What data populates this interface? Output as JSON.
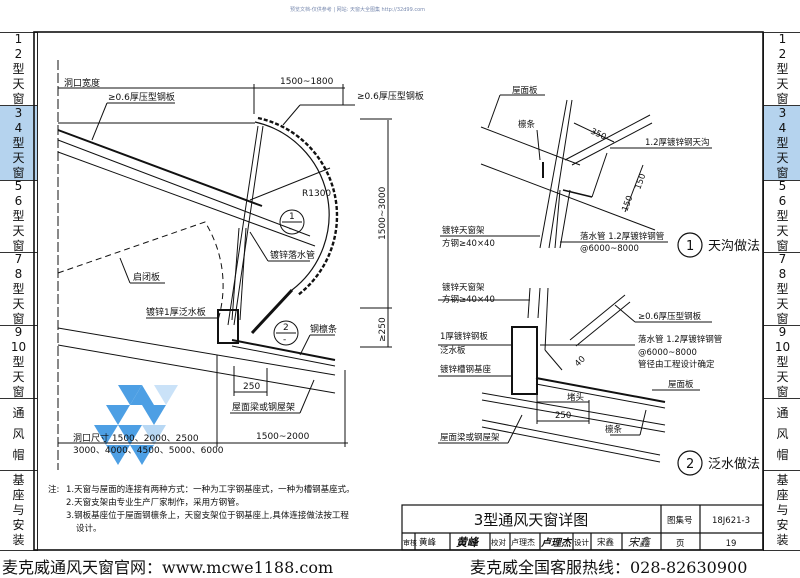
{
  "watermark_top": "预览文档-仅供参考 | 网站: 天窗大全图集 http://32d99.com",
  "sidebar": {
    "tabs": [
      {
        "lines": [
          "1",
          "2",
          "型",
          "天",
          "窗"
        ],
        "active": false
      },
      {
        "lines": [
          "3",
          "4",
          "型",
          "天",
          "窗"
        ],
        "active": true
      },
      {
        "lines": [
          "5",
          "6",
          "型",
          "天",
          "窗"
        ],
        "active": false
      },
      {
        "lines": [
          "7",
          "8",
          "型",
          "天",
          "窗"
        ],
        "active": false
      },
      {
        "lines": [
          "9",
          "10",
          "型",
          "天",
          "窗"
        ],
        "active": false
      },
      {
        "lines": [
          "通",
          "风",
          "帽"
        ],
        "active": false
      },
      {
        "lines": [
          "基",
          "座",
          "与",
          "安",
          "装"
        ],
        "active": false
      }
    ],
    "active_color": "#b5d3ee"
  },
  "main_drawing": {
    "opening_width": "洞口宽度",
    "steel_plate_left": "≥0.6厚压型钢板",
    "steel_plate_top": "≥0.6厚压型钢板",
    "dim_top": "1500~1800",
    "radius": "R1300",
    "dim_height": "1500~3000",
    "dim_250_vertical": "≥250",
    "downpipe": "镀锌落水管",
    "hatch": "启闭板",
    "flashing": "镀锌1厚泛水板",
    "purlin": "钢檩条",
    "dim_250": "250",
    "roof_beam": "屋面梁或钢屋架",
    "dim_bottom": "1500~2000",
    "opening_sizes_1": "洞口尺寸 1500、2000、2500",
    "opening_sizes_2": "3000、4000、4500、5000、6000",
    "callout_1": "1",
    "callout_2": "2",
    "callout_sub": "-"
  },
  "detail_1": {
    "roof_panel": "屋面板",
    "purlin": "檩条",
    "dim_350": "350",
    "gutter": "1.2厚镀锌钢天沟",
    "dim_150a": "150",
    "dim_150b": "150",
    "frame": "镀锌天窗架",
    "frame_spec": "方钢≥40×40",
    "downpipe": "落水管  1.2厚镀锌钢管",
    "downpipe_spacing": "@6000~8000",
    "number": "1",
    "title": "天沟做法"
  },
  "detail_2": {
    "frame": "镀锌天窗架",
    "frame_spec": "方钢≥40×40",
    "steel_plate": "≥0.6厚压型钢板",
    "plate_1mm": "1厚镀锌钢板",
    "flashing": "泛水板",
    "downpipe": "落水管  1.2厚镀锌钢管",
    "downpipe_spacing": "@6000~8000",
    "downpipe_note": "管径由工程设计确定",
    "channel_base": "镀锌槽钢基座",
    "dim_40": "40",
    "roof_panel": "屋面板",
    "plug": "堵头",
    "dim_250": "250",
    "purlin": "檩条",
    "roof_beam": "屋面梁或钢屋架",
    "number": "2",
    "title": "泛水做法"
  },
  "notes": {
    "label": "注:",
    "items": [
      "1.天窗与屋面的连接有两种方式：一种为工字钢基座式，一种为槽钢基座式。",
      "2.天窗支架由专业生产厂家制作，采用方钢管。",
      "3.钢板基座位于屋面钢檩条上，天窗支架位于钢基座上,具体连接做法按工程",
      "设计。"
    ]
  },
  "title_block": {
    "title": "3型通风天窗详图",
    "atlas_label": "图集号",
    "atlas_no": "18J621-3",
    "review_label": "审核",
    "reviewer": "黄峰",
    "reviewer_sig": "黄峰",
    "check_label": "校对",
    "checker": "卢理杰",
    "checker_sig": "卢理杰",
    "design_label": "设计",
    "designer": "宋鑫",
    "designer_sig": "宋鑫",
    "page_label": "页",
    "page_no": "19"
  },
  "footer": {
    "website": "麦克威通风天窗官网：www.mcwe1188.com",
    "hotline": "麦克威全国客服热线：028-82630900"
  },
  "logo_color": "#2f8fe0"
}
